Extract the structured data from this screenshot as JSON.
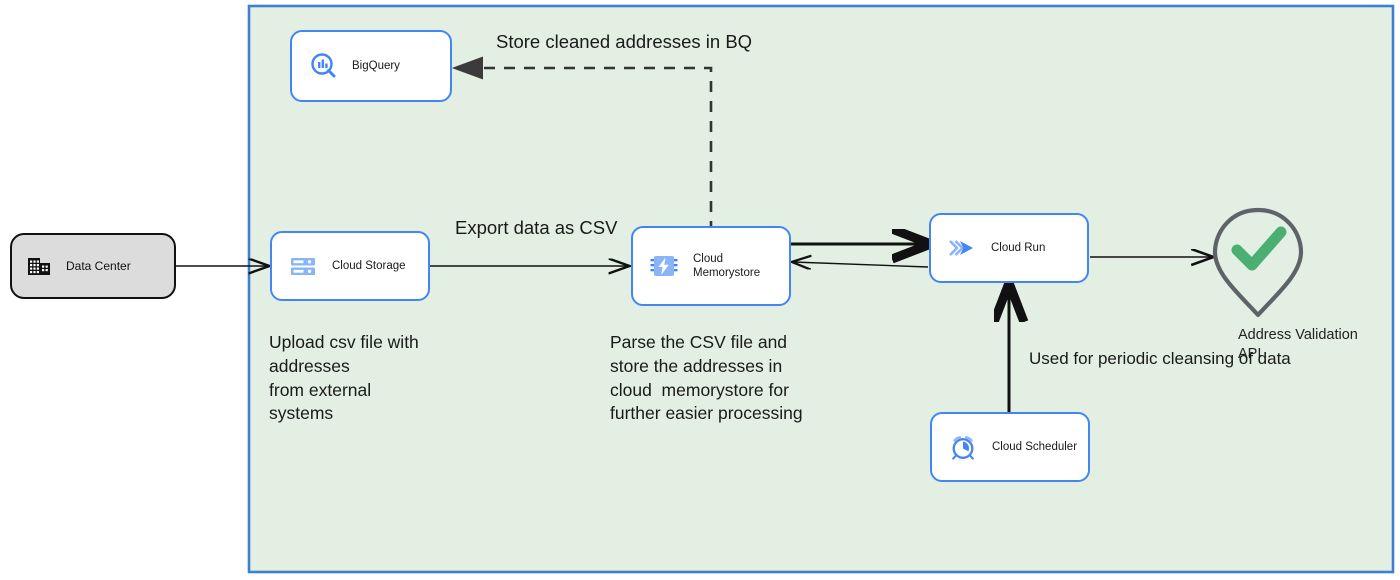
{
  "diagram": {
    "panel": {
      "name": "gcp-boundary",
      "fill": "#e2efe2",
      "stroke": "#3f7fd0"
    },
    "nodes": [
      {
        "id": "data-center",
        "label": "Data Center",
        "icon": "datacenter-building-icon",
        "kind": "external"
      },
      {
        "id": "bigquery",
        "label": "BigQuery",
        "icon": "bigquery-icon",
        "kind": "gcp"
      },
      {
        "id": "cloud-storage",
        "label": "Cloud Storage",
        "icon": "cloud-storage-icon",
        "kind": "gcp"
      },
      {
        "id": "cloud-memorystore",
        "label": "Cloud\nMemorystore",
        "icon": "cloud-memorystore-icon",
        "kind": "gcp"
      },
      {
        "id": "cloud-run",
        "label": "Cloud Run",
        "icon": "cloud-run-icon",
        "kind": "gcp"
      },
      {
        "id": "cloud-scheduler",
        "label": "Cloud Scheduler",
        "icon": "cloud-scheduler-icon",
        "kind": "gcp"
      },
      {
        "id": "address-validation-api",
        "label": "Address Validation\nAPI",
        "icon": "map-pin-check-icon",
        "kind": "pin"
      }
    ],
    "edge_labels": [
      {
        "id": "store-cleaned",
        "text": "Store cleaned addresses in BQ"
      },
      {
        "id": "export-csv",
        "text": "Export data as CSV"
      },
      {
        "id": "periodic",
        "text": "Used for periodic\ncleansing of data"
      }
    ],
    "notes": [
      {
        "id": "upload-note",
        "text": "Upload csv file with\naddresses\nfrom external\nsystems"
      },
      {
        "id": "parse-note",
        "text": "Parse the CSV file and\nstore the addresses in\ncloud  memorystore for\nfurther easier processing"
      }
    ],
    "colors": {
      "gcp_blue": "#4285f4",
      "icon_blue_light": "#8ab4f8",
      "icon_blue": "#4285f4",
      "check_green": "#4caf72",
      "pin_gray": "#5f6368",
      "arrow_black": "#111111",
      "panel_fill": "#e2efe2",
      "panel_stroke": "#3f7fd0",
      "external_fill": "#dcdcdc"
    }
  }
}
